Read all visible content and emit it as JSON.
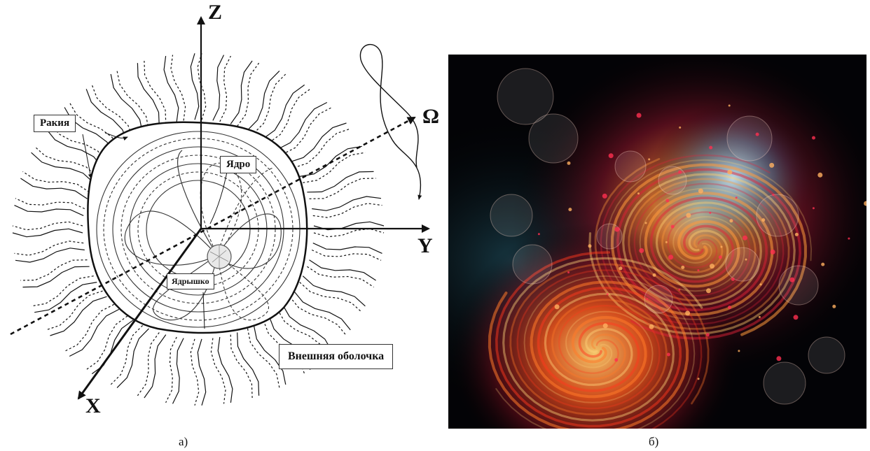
{
  "panel_a": {
    "axes": {
      "z": "Z",
      "y": "Y",
      "x": "X",
      "omega": "Ω"
    },
    "labels": {
      "rakia": "Ракия",
      "yadro": "Ядро",
      "yadryshko": "Ядрышко",
      "outer_shell": "Внешняя оболочка"
    },
    "caption": "а)"
  },
  "panel_b": {
    "caption": "б)",
    "image_description_icon": "fractal-swirl-image"
  },
  "colors": {
    "ink": "#111111",
    "background": "#ffffff",
    "fractal_bg": "#030306",
    "fractal_orange": "#ff7a2a",
    "fractal_red": "#e0223a",
    "fractal_cyan": "#5fb6d6"
  }
}
